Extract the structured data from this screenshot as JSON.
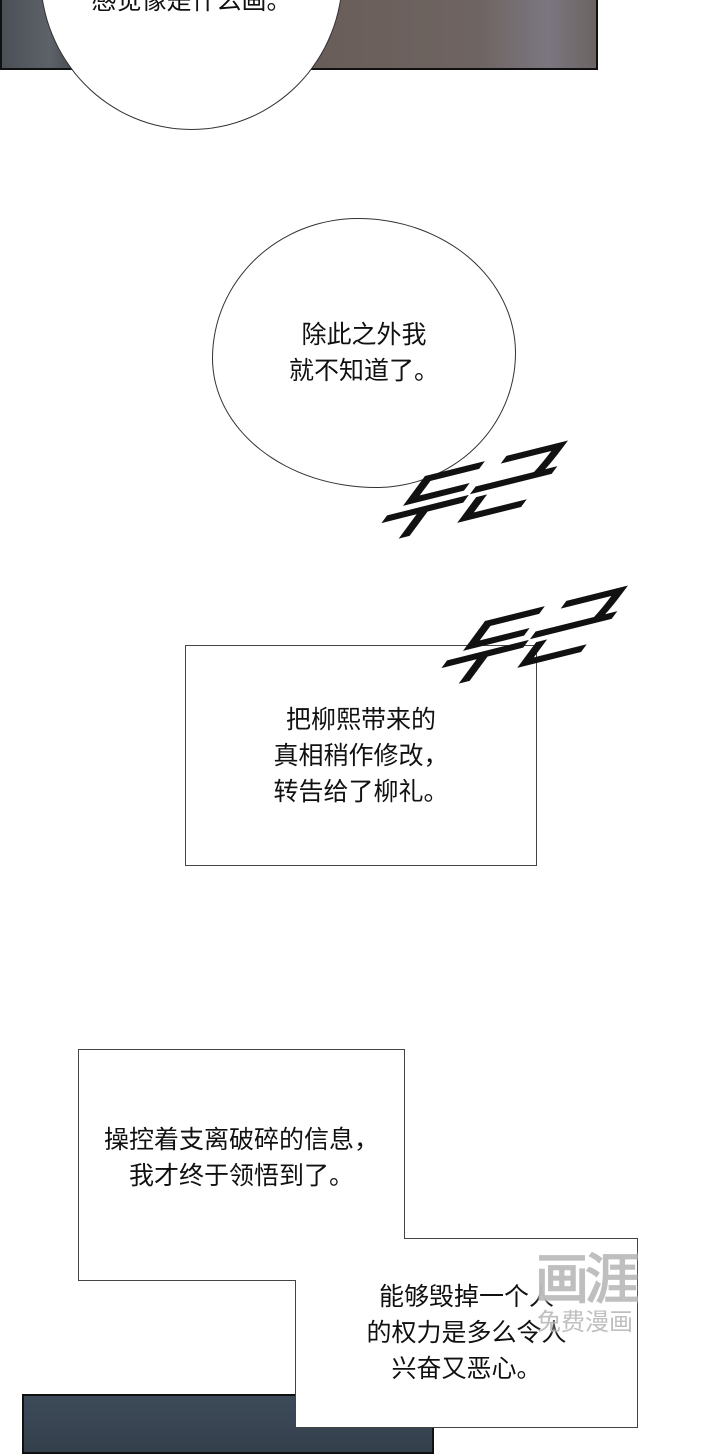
{
  "panels": {
    "top_bubble": "感觉像是什么画。",
    "bubble_2": "除此之外我\n就不知道了。",
    "sfx": [
      "두근",
      "두근"
    ],
    "caption_1": "把柳熙带来的\n真相稍作修改，\n转告给了柳礼。",
    "caption_2": "操控着支离破碎的信息，\n我才终于领悟到了。",
    "caption_3": "能够毁掉一个人\n的权力是多么令人\n兴奋又恶心。"
  },
  "watermark": {
    "logo": "画涯",
    "text": "免费漫画"
  }
}
